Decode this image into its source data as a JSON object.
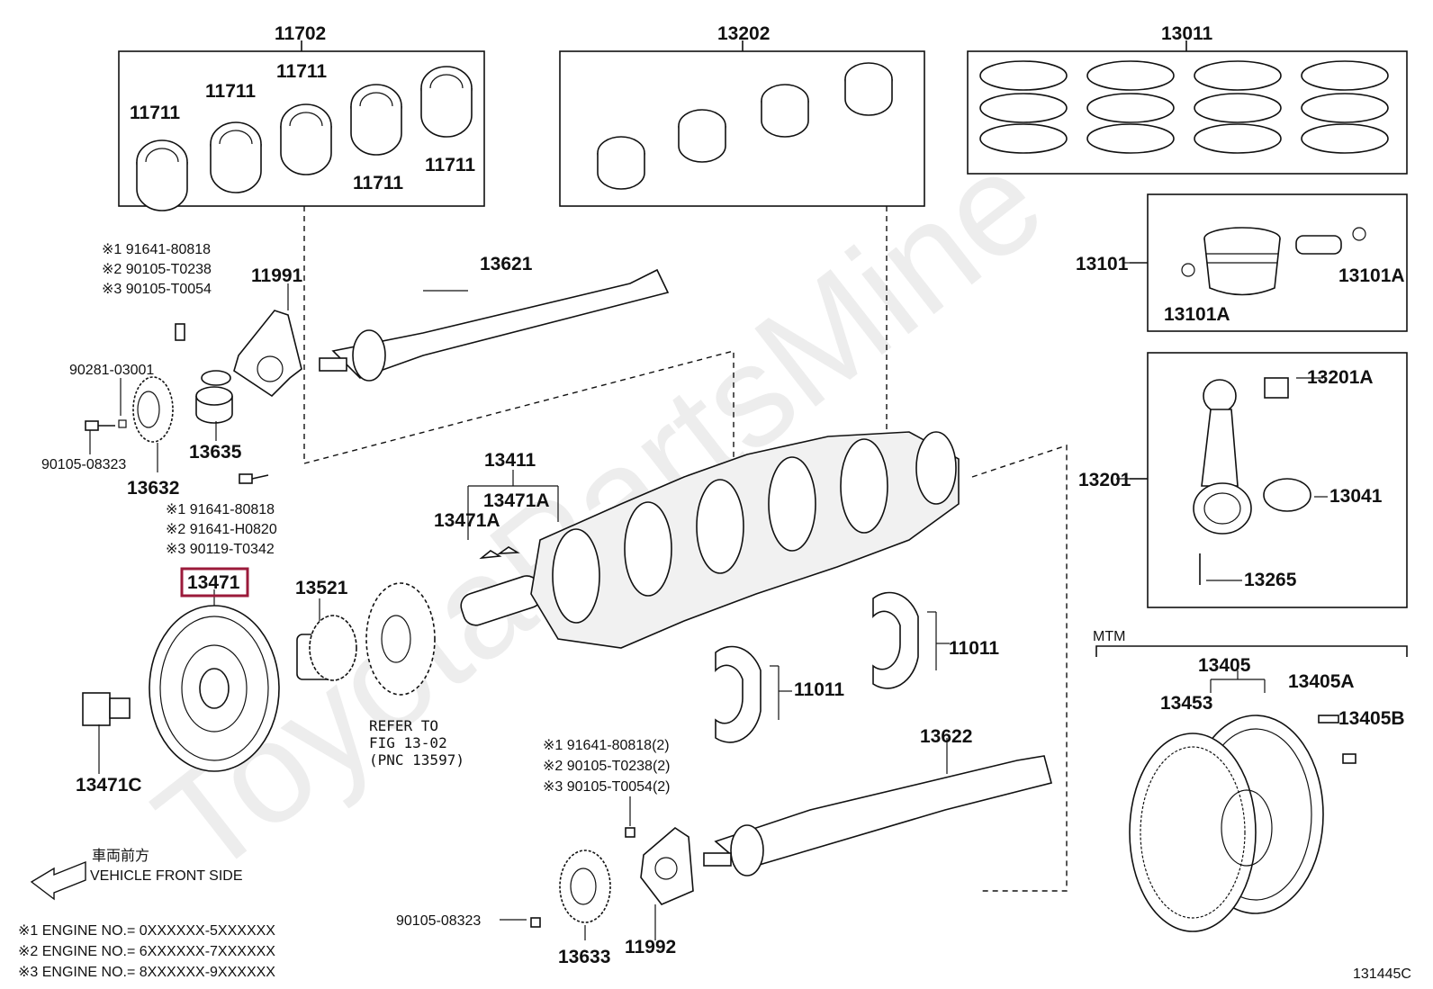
{
  "watermark": "ToyotaPartsMine",
  "highlight_part": "13471",
  "figure_id": "131445C",
  "parts": {
    "p11702": "11702",
    "p11711a": "11711",
    "p11711b": "11711",
    "p11711c": "11711",
    "p11711d": "11711",
    "p11711e": "11711",
    "p13202": "13202",
    "p13011": "13011",
    "p13101": "13101",
    "p13101a1": "13101A",
    "p13101a2": "13101A",
    "p13201": "13201",
    "p13201a": "13201A",
    "p13041": "13041",
    "p13265": "13265",
    "p11991": "11991",
    "p13621": "13621",
    "p90281": "90281-03001",
    "p13635": "13635",
    "p90105a": "90105-08323",
    "p13632": "13632",
    "p13471": "13471",
    "p13521": "13521",
    "p13411": "13411",
    "p13471a1": "13471A",
    "p13471a2": "13471A",
    "p11011a": "11011",
    "p11011b": "11011",
    "p13471c": "13471C",
    "p13622": "13622",
    "p90105b": "90105-08323",
    "p13633": "13633",
    "p11992": "11992",
    "p13405": "13405",
    "p13405a": "13405A",
    "p13405b": "13405B",
    "p13453": "13453",
    "mtm": "MTM"
  },
  "notes_top": [
    "※1 91641-80818",
    "※2 90105-T0238",
    "※3 90105-T0054"
  ],
  "notes_mid": [
    "※1 91641-80818",
    "※2 91641-H0820",
    "※3 90119-T0342"
  ],
  "notes_bottom": [
    "※1 91641-80818(2)",
    "※2 90105-T0238(2)",
    "※3 90105-T0054(2)"
  ],
  "refer": [
    "REFER TO",
    "FIG 13-02",
    "(PNC 13597)"
  ],
  "direction": {
    "jp": "車両前方",
    "en": "VEHICLE FRONT SIDE"
  },
  "engine_notes": [
    "※1 ENGINE NO.= 0XXXXXX-5XXXXXX",
    "※2 ENGINE NO.= 6XXXXXX-7XXXXXX",
    "※3 ENGINE NO.= 8XXXXXX-9XXXXXX"
  ]
}
